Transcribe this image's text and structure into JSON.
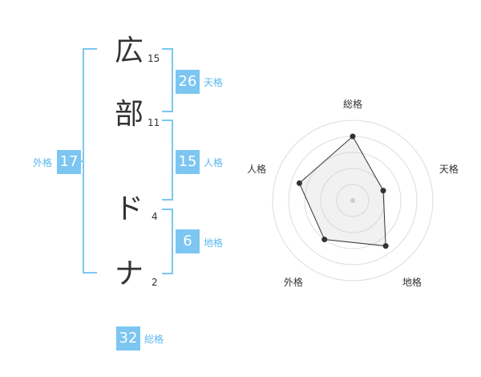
{
  "name": {
    "chars": [
      {
        "char": "広",
        "strokes": "15"
      },
      {
        "char": "部",
        "strokes": "11"
      },
      {
        "char": "ド",
        "strokes": "4"
      },
      {
        "char": "ナ",
        "strokes": "2"
      }
    ]
  },
  "scores": {
    "tenkaku": {
      "value": "26",
      "label": "天格"
    },
    "jinkaku": {
      "value": "15",
      "label": "人格"
    },
    "chikaku": {
      "value": "6",
      "label": "地格"
    },
    "gaikaku": {
      "value": "17",
      "label": "外格"
    },
    "soukaku": {
      "value": "32",
      "label": "総格"
    }
  },
  "radar": {
    "axes": [
      "総格",
      "天格",
      "地格",
      "外格",
      "人格"
    ],
    "values": [
      4,
      2,
      3.5,
      3,
      3.5
    ],
    "max": 5,
    "rings": 5
  }
}
